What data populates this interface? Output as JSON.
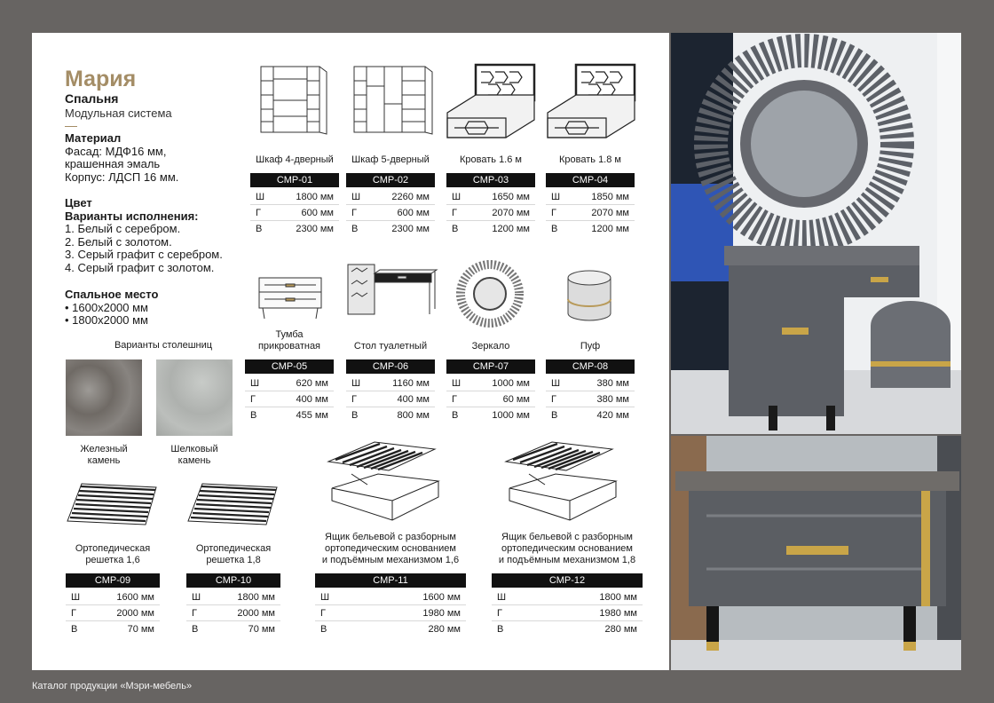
{
  "header": {
    "title": "Мария",
    "subtitle": "Спальня",
    "system": "Модульная система"
  },
  "material": {
    "heading": "Материал",
    "lines": [
      "Фасад: МДФ16 мм,",
      "крашенная эмаль",
      "Корпус: ЛДСП 16 мм."
    ]
  },
  "color": {
    "heading": "Цвет",
    "variants_label": "Варианты исполнения:",
    "options": [
      "1.  Белый с серебром.",
      "2. Белый с золотом.",
      "3. Серый графит с серебром.",
      "4. Серый графит с золотом."
    ]
  },
  "sleep": {
    "heading": "Спальное место",
    "sizes": [
      "1600x2000 мм",
      "1800x2000 мм"
    ]
  },
  "tops": {
    "label": "Варианты столешниц",
    "swatches": [
      {
        "name_1": "Железный",
        "name_2": "камень"
      },
      {
        "name_1": "Шелковый",
        "name_2": "камень"
      }
    ]
  },
  "items": [
    {
      "caption": "Шкаф 4-дверный",
      "code": "СМР-01",
      "w": "1800 мм",
      "d": "600 мм",
      "h": "2300 мм"
    },
    {
      "caption": "Шкаф 5-дверный",
      "code": "СМР-02",
      "w": "2260 мм",
      "d": "600 мм",
      "h": "2300 мм"
    },
    {
      "caption": "Кровать 1.6 м",
      "code": "СМР-03",
      "w": "1650 мм",
      "d": "2070 мм",
      "h": "1200 мм"
    },
    {
      "caption": "Кровать 1.8 м",
      "code": "СМР-04",
      "w": "1850 мм",
      "d": "2070 мм",
      "h": "1200 мм"
    },
    {
      "caption": "Тумба\nприкроватная",
      "code": "СМР-05",
      "w": "620 мм",
      "d": "400 мм",
      "h": "455 мм"
    },
    {
      "caption": "Стол туалетный",
      "code": "СМР-06",
      "w": "1160 мм",
      "d": "400 мм",
      "h": "800 мм"
    },
    {
      "caption": "Зеркало",
      "code": "СМР-07",
      "w": "1000 мм",
      "d": "60 мм",
      "h": "1000 мм"
    },
    {
      "caption": "Пуф",
      "code": "СМР-08",
      "w": "380 мм",
      "d": "380 мм",
      "h": "420 мм"
    },
    {
      "caption": "Ортопедическая\nрешетка 1,6",
      "code": "СМР-09",
      "w": "1600 мм",
      "d": "2000 мм",
      "h": "70 мм"
    },
    {
      "caption": "Ортопедическая\nрешетка 1,8",
      "code": "СМР-10",
      "w": "1800 мм",
      "d": "2000 мм",
      "h": "70 мм"
    },
    {
      "caption": "Ящик бельевой с разборным\nортопедическим основанием\nи подъёмным механизмом 1,6",
      "code": "СМР-11",
      "w": "1600 мм",
      "d": "1980 мм",
      "h": "280 мм"
    },
    {
      "caption": "Ящик бельевой с разборным\nортопедическим основанием\nи подъёмным механизмом 1,8",
      "code": "СМР-12",
      "w": "1800 мм",
      "d": "1980 мм",
      "h": "280 мм"
    }
  ],
  "dim_keys": {
    "w": "Ш",
    "d": "Г",
    "h": "В"
  },
  "footer": "Каталог продукции «Мэри-мебель»",
  "colors": {
    "accent": "#a48d66",
    "background": "#676462",
    "code_bar": "#111111"
  }
}
